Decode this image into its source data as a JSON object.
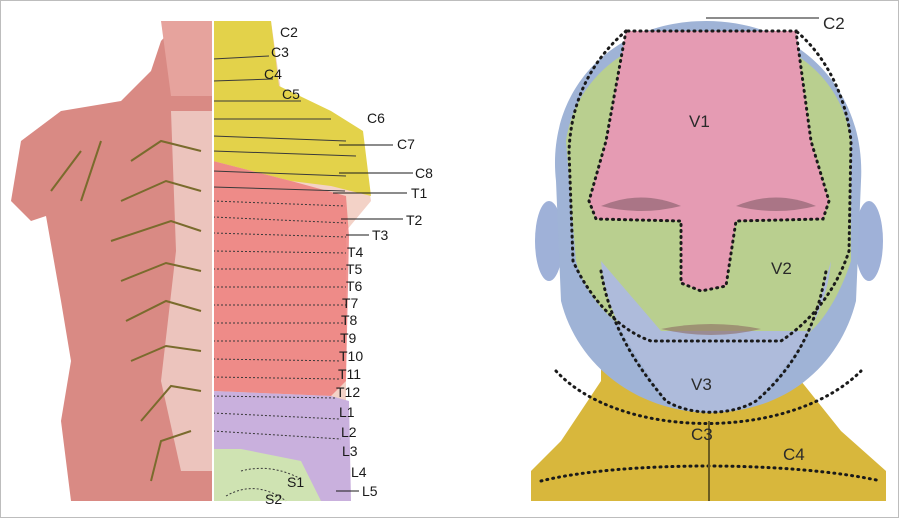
{
  "back_panel": {
    "labels": [
      "C2",
      "C3",
      "C4",
      "C5",
      "C6",
      "C7",
      "C8",
      "T1",
      "T2",
      "T3",
      "T4",
      "T5",
      "T6",
      "T7",
      "T8",
      "T9",
      "T10",
      "T11",
      "T12",
      "L1",
      "L2",
      "L3",
      "L4",
      "L5",
      "S1",
      "S2"
    ]
  },
  "face_panel": {
    "labels": [
      "C2",
      "V1",
      "V2",
      "V3",
      "C3",
      "C4"
    ]
  },
  "colors": {
    "cervical_yellow": "#e3d24a",
    "thoracic_red": "#ec7f7c",
    "lumbar_purple": "#c9b0dd",
    "sacral_green": "#cfe3b2",
    "muscle": "#d98a84",
    "skin": "#f3d2c7",
    "v1_pink": "#e59bb3",
    "v2_green": "#b9cf8f",
    "v3_blue": "#9fb1d8",
    "neck_gold": "#d8b73c",
    "scalp_blue": "#9fb3d6"
  }
}
